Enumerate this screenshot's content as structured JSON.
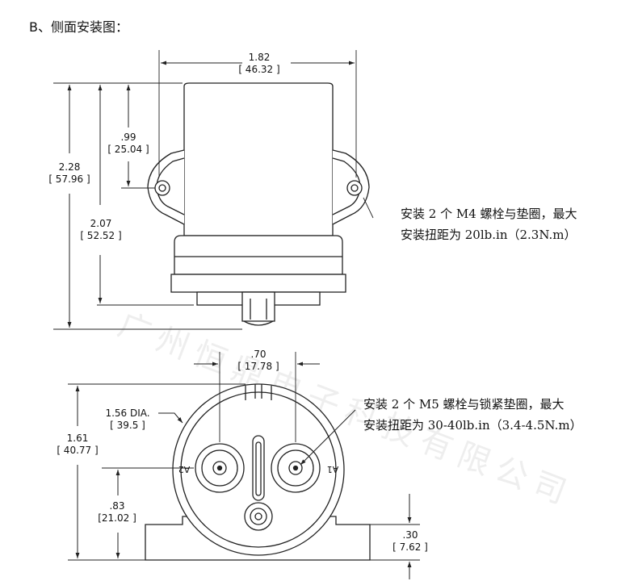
{
  "heading": "B、侧面安装图：",
  "side_view": {
    "width_in": "1.82",
    "width_mm": "[ 46.32 ]",
    "height_total_in": "2.28",
    "height_total_mm": "[ 57.96 ]",
    "flange_height_in": ".99",
    "flange_height_mm": "[ 25.04 ]",
    "body_height_in": "2.07",
    "body_height_mm": "[ 52.52 ]",
    "note_line1": "安装 2 个 M4 螺栓与垫圈，最大",
    "note_line2": "安装扭距为 20lb.in（2.3N.m）"
  },
  "bottom_view": {
    "terminal_spacing_in": ".70",
    "terminal_spacing_mm": "[ 17.78 ]",
    "diameter_in": "1.56 DIA.",
    "diameter_mm": "[ 39.5 ]",
    "height_in": "1.61",
    "height_mm": "[ 40.77 ]",
    "center_height_in": ".83",
    "center_height_mm": "[21.02 ]",
    "flange_thickness_in": ".30",
    "flange_thickness_mm": "[ 7.62 ]",
    "terminal_a2": "A2",
    "terminal_a1": "A1",
    "note_line1": "安装 2 个 M5 螺栓与锁紧垫圈，最大",
    "note_line2": "安装扭距为 30-40lb.in（3.4-4.5N.m）"
  },
  "watermark": "广州恒鼎电子科技有限公司"
}
